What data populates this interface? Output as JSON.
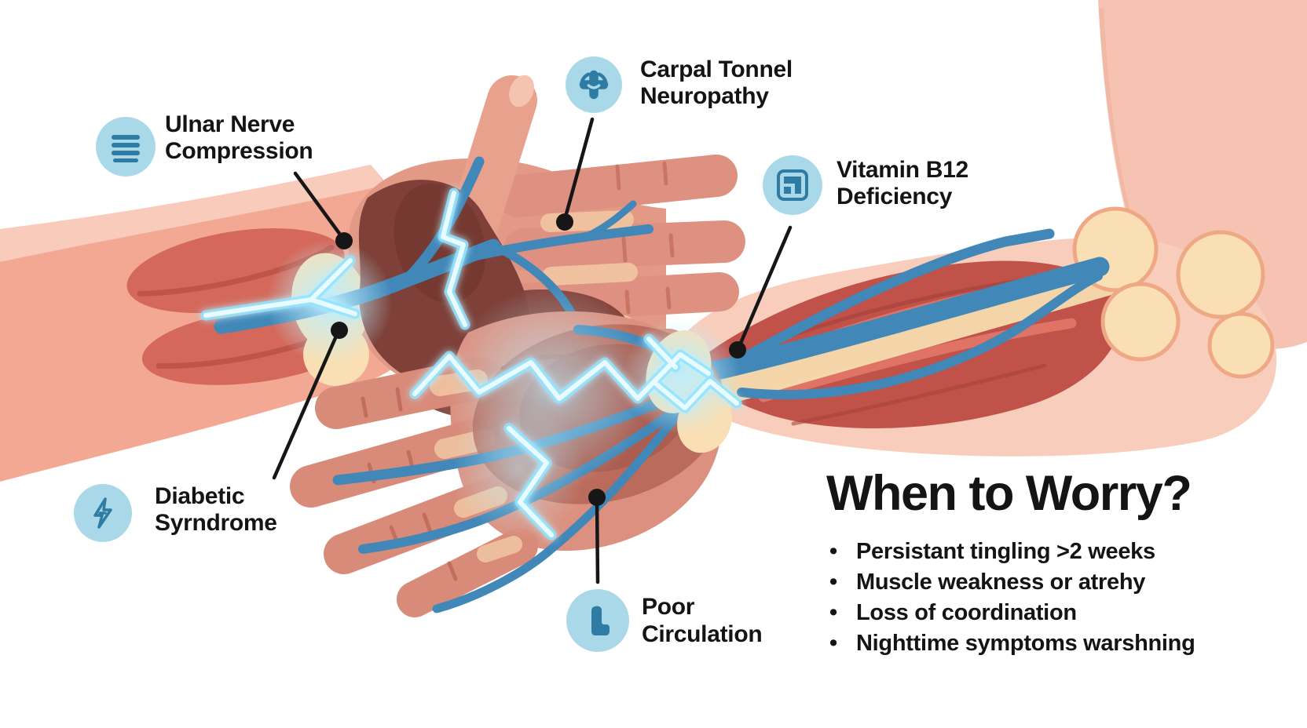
{
  "labels": {
    "ulnar": {
      "line1": "Ulnar Nerve",
      "line2": "Compression",
      "icon": "menu-lines-icon"
    },
    "carpal": {
      "line1": "Carpal Tonnel",
      "line2": "Neuropathy",
      "icon": "medical-cross-icon"
    },
    "b12": {
      "line1": "Vitamin B12",
      "line2": "Deficiency",
      "icon": "supplement-pack-icon"
    },
    "diabetic": {
      "line1": "Diabetic",
      "line2": "Syrndrome",
      "icon": "lightning-bolt-icon"
    },
    "circulation": {
      "line1": "Poor",
      "line2": "Circulation",
      "icon": "l-block-icon"
    }
  },
  "when_to_worry": {
    "title": "When to Worry?",
    "items": [
      "Persistant tingling >2 weeks",
      "Muscle weakness or atrehy",
      "Loss of coordination",
      "Nighttime symptoms warshning"
    ]
  },
  "colors": {
    "background": "#FFFFFF",
    "icon_circle_bg": "#A9D9E8",
    "icon_glyph": "#2E7BA4",
    "label_text": "#141414",
    "annotation": "#161616",
    "nerve_blue": "#4187B8",
    "lightning_glow": "#8FE4FF",
    "lightning_core": "#EAFBFF",
    "muscle_red": "#C1524A",
    "bone_cream": "#F9DFB3",
    "skin_light": "#F8CDBC",
    "skin_mid": "#E29A86",
    "palm_dark": "#7E4038"
  }
}
